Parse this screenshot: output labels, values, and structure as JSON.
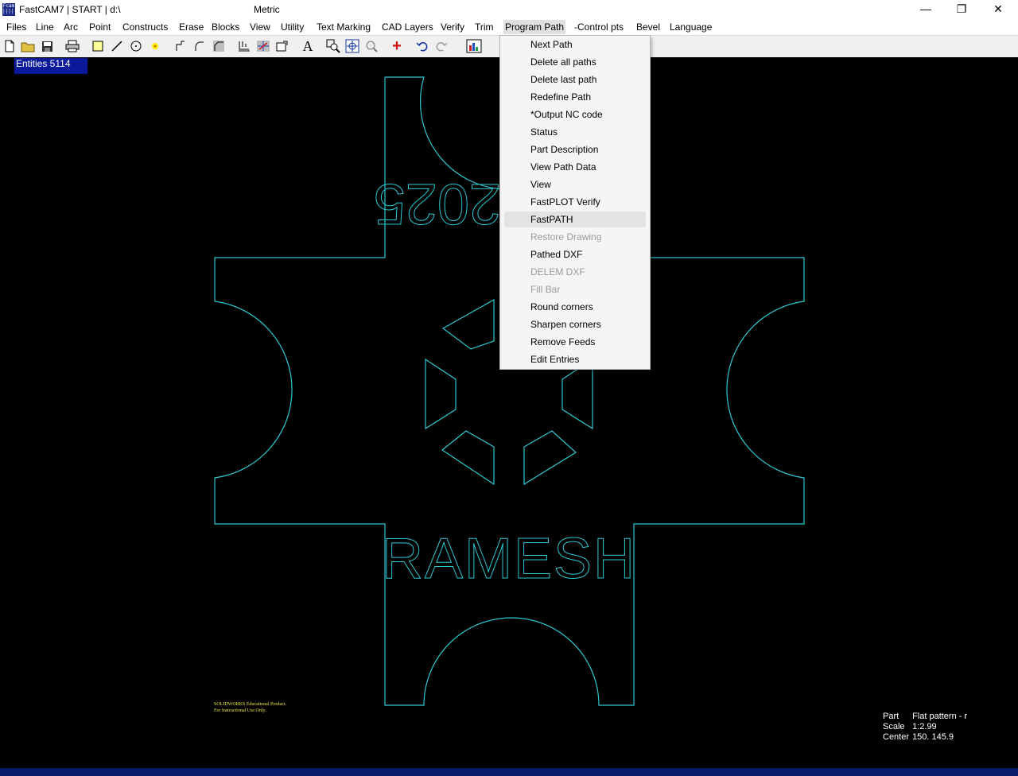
{
  "titlebar": {
    "logo_top": "Fcam",
    "logo_bottom": "|||||",
    "title": "FastCAM7  |  START  |  d:\\",
    "center": "Metric",
    "min": "—",
    "max": "❐",
    "close": "✕"
  },
  "menu": [
    "Files",
    "Line",
    "Arc",
    "Point",
    "Constructs",
    "Erase",
    "Blocks",
    "View",
    "Utility",
    "Text Marking",
    "CAD Layers",
    "Verify",
    "Trim",
    "Program Path",
    "-Control pts",
    "Bevel",
    "Language"
  ],
  "dropdown": {
    "items": [
      {
        "label": "Next Path",
        "state": "normal"
      },
      {
        "label": "Delete all paths",
        "state": "normal"
      },
      {
        "label": "Delete last path",
        "state": "normal"
      },
      {
        "label": "Redefine Path",
        "state": "normal"
      },
      {
        "label": "*Output NC code",
        "state": "normal"
      },
      {
        "label": "Status",
        "state": "normal"
      },
      {
        "label": "Part Description",
        "state": "normal"
      },
      {
        "label": "View Path Data",
        "state": "normal"
      },
      {
        "label": "View",
        "state": "normal"
      },
      {
        "label": "FastPLOT Verify",
        "state": "normal"
      },
      {
        "label": "FastPATH",
        "state": "hover"
      },
      {
        "label": "Restore Drawing",
        "state": "disabled"
      },
      {
        "label": "Pathed DXF",
        "state": "normal"
      },
      {
        "label": "DELEM DXF",
        "state": "disabled"
      },
      {
        "label": "Fill Bar",
        "state": "disabled"
      },
      {
        "label": "Round corners",
        "state": "normal"
      },
      {
        "label": "Sharpen corners",
        "state": "normal"
      },
      {
        "label": "Remove Feeds",
        "state": "normal"
      },
      {
        "label": "Edit Entries",
        "state": "normal"
      }
    ]
  },
  "canvas": {
    "entities": "Entities  5114",
    "drawing_text_top": "2025",
    "drawing_text_bottom": "RAMESH",
    "watermark_line1": "SOLIDWORKS Educational Product.",
    "watermark_line2": "For Instructional Use Only.",
    "info": {
      "part_label": "Part",
      "part_value": "Flat pattern - r",
      "scale_label": "Scale",
      "scale_value": "1:2.99",
      "center_label": "Center",
      "center_value": "150. 145.9"
    }
  },
  "colors": {
    "geometry": "#2ec8d2",
    "entities_bg": "#0a1a9a",
    "watermark": "#e8e840",
    "canvas_bg": "#000000"
  }
}
